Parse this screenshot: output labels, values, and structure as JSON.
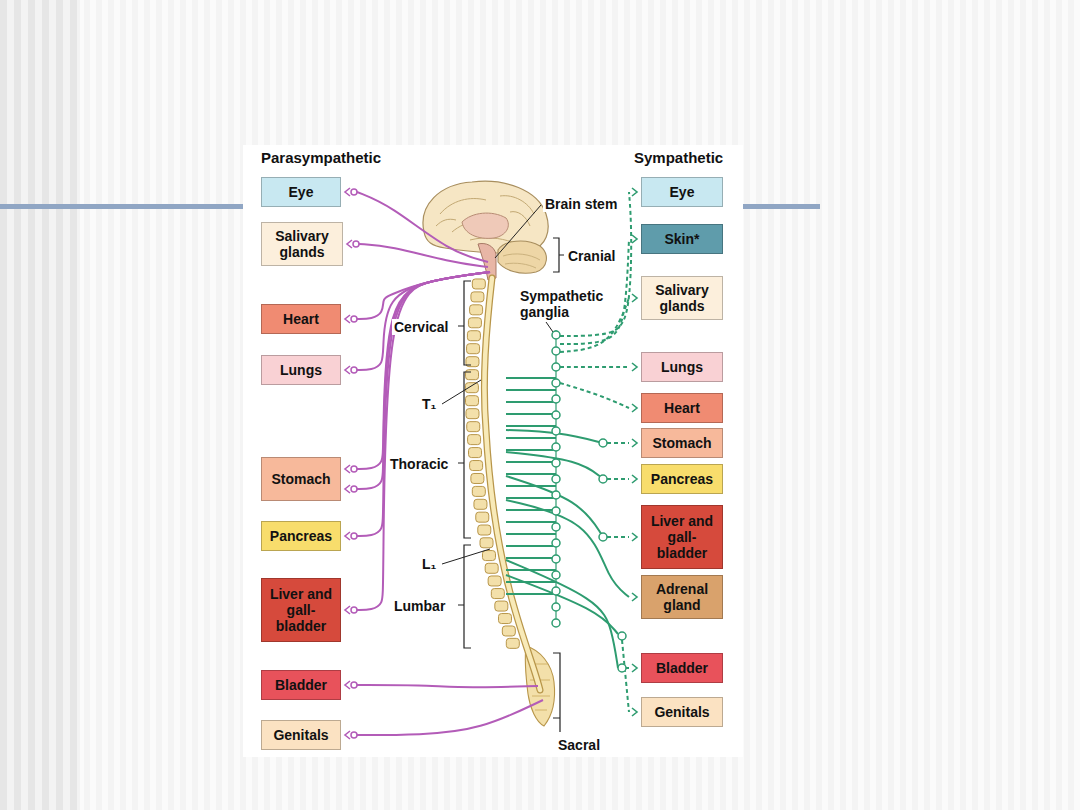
{
  "diagram": {
    "nodes": [
      {
        "text": [
          "Eye"
        ]
      },
      {
        "text": [
          "Salivary glands"
        ]
      },
      {
        "text": [
          "Heart"
        ]
      },
      {
        "text": [
          "Lungs"
        ]
      },
      {
        "text": [
          "Stomach"
        ]
      },
      {
        "text": [
          "Pancreas"
        ]
      },
      {
        "text": [
          "Liver and gall-bladder"
        ]
      },
      {
        "text": [
          "Bladder"
        ]
      },
      {
        "text": [
          "Genitals"
        ]
      },
      {
        "text": [
          "Eye"
        ]
      },
      {
        "text": [
          "Skin*"
        ]
      },
      {
        "text": [
          "Salivary glands"
        ]
      },
      {
        "text": [
          "Lungs"
        ]
      },
      {
        "text": [
          "Heart"
        ]
      },
      {
        "text": [
          "Stomach"
        ]
      },
      {
        "text": [
          "Pancreas"
        ]
      },
      {
        "text": [
          "Liver and gall-bladder"
        ]
      },
      {
        "text": [
          "Adrenal gland"
        ]
      },
      {
        "text": [
          "Bladder"
        ]
      },
      {
        "text": [
          "Genitals"
        ]
      }
    ],
    "labels": [
      "Parasympathetic",
      "Sympathetic",
      "Brain stem",
      "Cranial",
      "Sympathetic ganglia",
      "Cervical",
      "T₁",
      "Thoracic",
      "L₁",
      "Lumbar",
      "Sacral"
    ]
  }
}
